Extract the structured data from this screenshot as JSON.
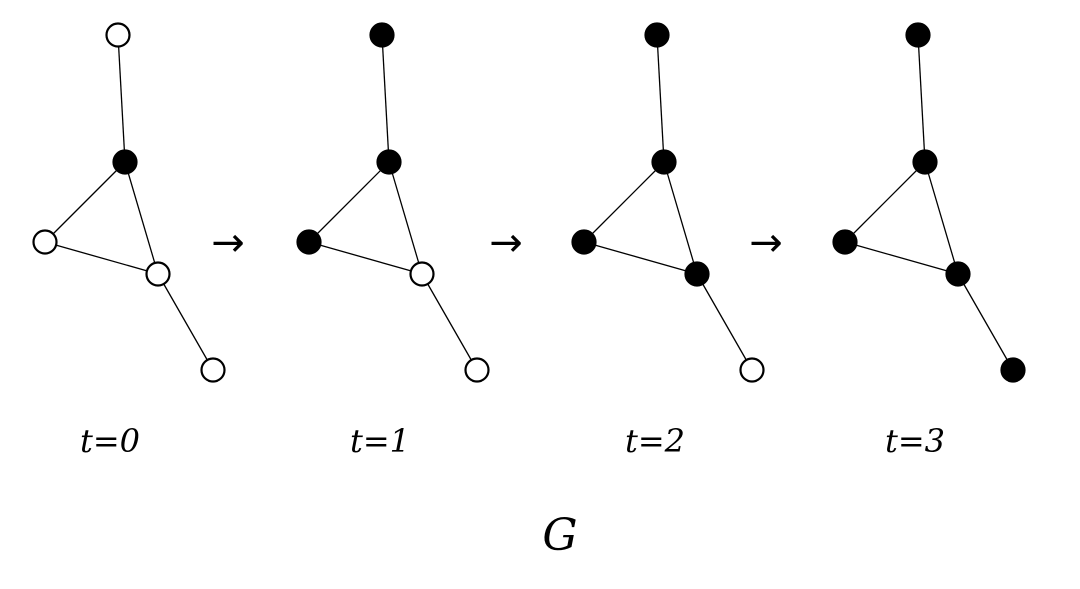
{
  "diagram": {
    "graph_label": "G",
    "arrow_glyph": "→",
    "edges": [
      [
        "top",
        "mid"
      ],
      [
        "mid",
        "left"
      ],
      [
        "mid",
        "right"
      ],
      [
        "left",
        "right"
      ],
      [
        "right",
        "bottom"
      ]
    ],
    "node_order": [
      "top",
      "mid",
      "left",
      "right",
      "bottom"
    ],
    "colors": {
      "infected": "#000000",
      "uninfected": "#ffffff",
      "stroke": "#000000"
    },
    "steps": [
      {
        "label": "t=0",
        "infected": {
          "top": false,
          "mid": true,
          "left": false,
          "right": false,
          "bottom": false
        }
      },
      {
        "label": "t=1",
        "infected": {
          "top": true,
          "mid": true,
          "left": true,
          "right": false,
          "bottom": false
        }
      },
      {
        "label": "t=2",
        "infected": {
          "top": true,
          "mid": true,
          "left": true,
          "right": true,
          "bottom": false
        }
      },
      {
        "label": "t=3",
        "infected": {
          "top": true,
          "mid": true,
          "left": true,
          "right": true,
          "bottom": true
        }
      }
    ]
  }
}
